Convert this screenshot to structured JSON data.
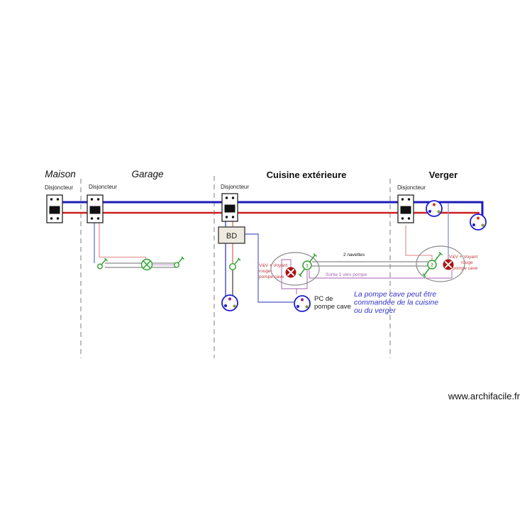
{
  "zones": [
    {
      "title": "Maison",
      "title_style": "italic",
      "breaker_label": "Disjoncteur"
    },
    {
      "title": "Garage",
      "title_style": "italic",
      "breaker_label": "Disjoncteur"
    },
    {
      "title": "Cuisine extérieure",
      "title_style": "bold",
      "breaker_label": "Disjoncteur"
    },
    {
      "title": "Verger",
      "title_style": "bold",
      "breaker_label": "Disjoncteur"
    }
  ],
  "labels": {
    "bd_box": "BD",
    "navettes": "2 navettes",
    "sortie": "Sortie 1 vers pompe",
    "pc_line1": "PC de",
    "pc_line2": "pompe cave",
    "vv_line1": "V&V + Voyant",
    "vv_line2": "rouge",
    "vv_line3": "pompe cave",
    "switch_cuisine_num": "1",
    "switch_verger_num": "2"
  },
  "annotation": {
    "line1": "La pompe cave peut être",
    "line2": "commandée de la cuisine",
    "line3": "ou du verger"
  },
  "watermark": "www.archifacile.fr",
  "colors": {
    "wire_blue": "#1c1cb8",
    "wire_red": "#cc1f1f",
    "branch_blue": "#6a74cf",
    "branch_pink": "#e59a9a",
    "violet_wire": "#b77fc0",
    "traveler_gray": "#8a8a8a",
    "symbol_green": "#2fa12f",
    "voyant_red": "#a81414",
    "outlet_blue": "#1c1ccc",
    "dot_purple": "#93278f",
    "dot_olive": "#8a9a30",
    "dot_red": "#cc3b22",
    "annotation_blue": "#3333cc",
    "bd_fill": "#eeeadf"
  }
}
